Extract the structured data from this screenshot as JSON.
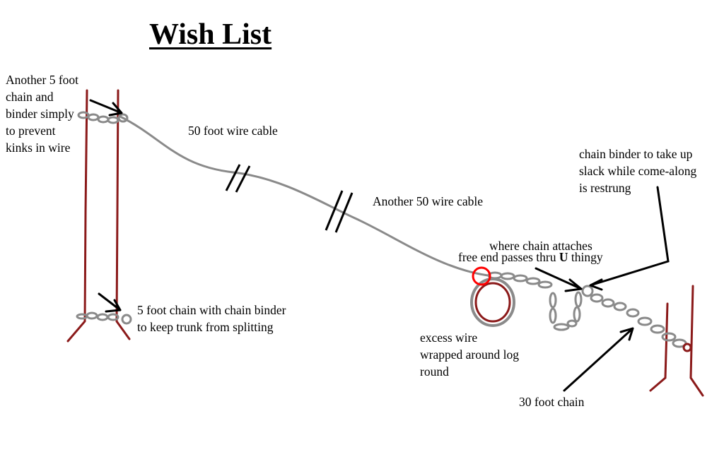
{
  "title": "Wish List",
  "labels": {
    "top_left_chain": [
      "Another 5 foot",
      "chain and",
      "binder simply",
      "to prevent",
      "kinks in wire"
    ],
    "cable_50": "50 foot wire cable",
    "cable_another_50": "Another 50 wire cable",
    "chain_binder_slack": [
      "chain binder to take up",
      "slack while come-along",
      "is restrung"
    ],
    "where_chain_attaches": "where chain attaches",
    "free_end_prefix": "free end passes thru ",
    "free_end_bold": "U",
    "free_end_suffix": " thingy",
    "bottom_chain": [
      "5 foot chain with chain binder",
      "to keep trunk from splitting"
    ],
    "excess_wire": [
      "excess wire",
      "wrapped around log",
      "round"
    ],
    "chain_30": "30 foot chain"
  },
  "colors": {
    "tree": "#8b1a1a",
    "cable": "#8a8a8a",
    "marker": "#ff0000",
    "arrow": "#000000"
  }
}
